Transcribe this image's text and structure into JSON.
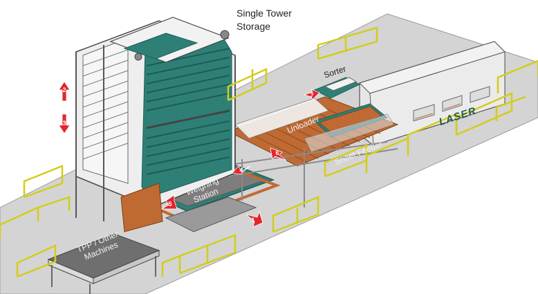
{
  "title": {
    "line1": "Single Tower",
    "line2": "Storage"
  },
  "stations": {
    "sorter": "Sorter",
    "unloader": "Unloader",
    "sheet_feeder": "Sheet Feeder",
    "weighing_line1": "Weighing",
    "weighing_line2": "Station",
    "tpp_line1": "TPP / Other",
    "tpp_line2": "Machines",
    "laser": "LASER"
  },
  "steps": [
    "1",
    "2",
    "3",
    "4",
    "5",
    "6",
    "7"
  ],
  "colors": {
    "floor": "#d4d4d4",
    "tower_frame": "#f3f3f3",
    "drawer_teal": "#2e8077",
    "drawer_teal_dark": "#1d5c55",
    "conveyor_orange": "#c06a33",
    "arrow_red": "#e3262d",
    "fence_yellow": "#d2cd1a",
    "laser_panel": "#e6e6e6"
  }
}
